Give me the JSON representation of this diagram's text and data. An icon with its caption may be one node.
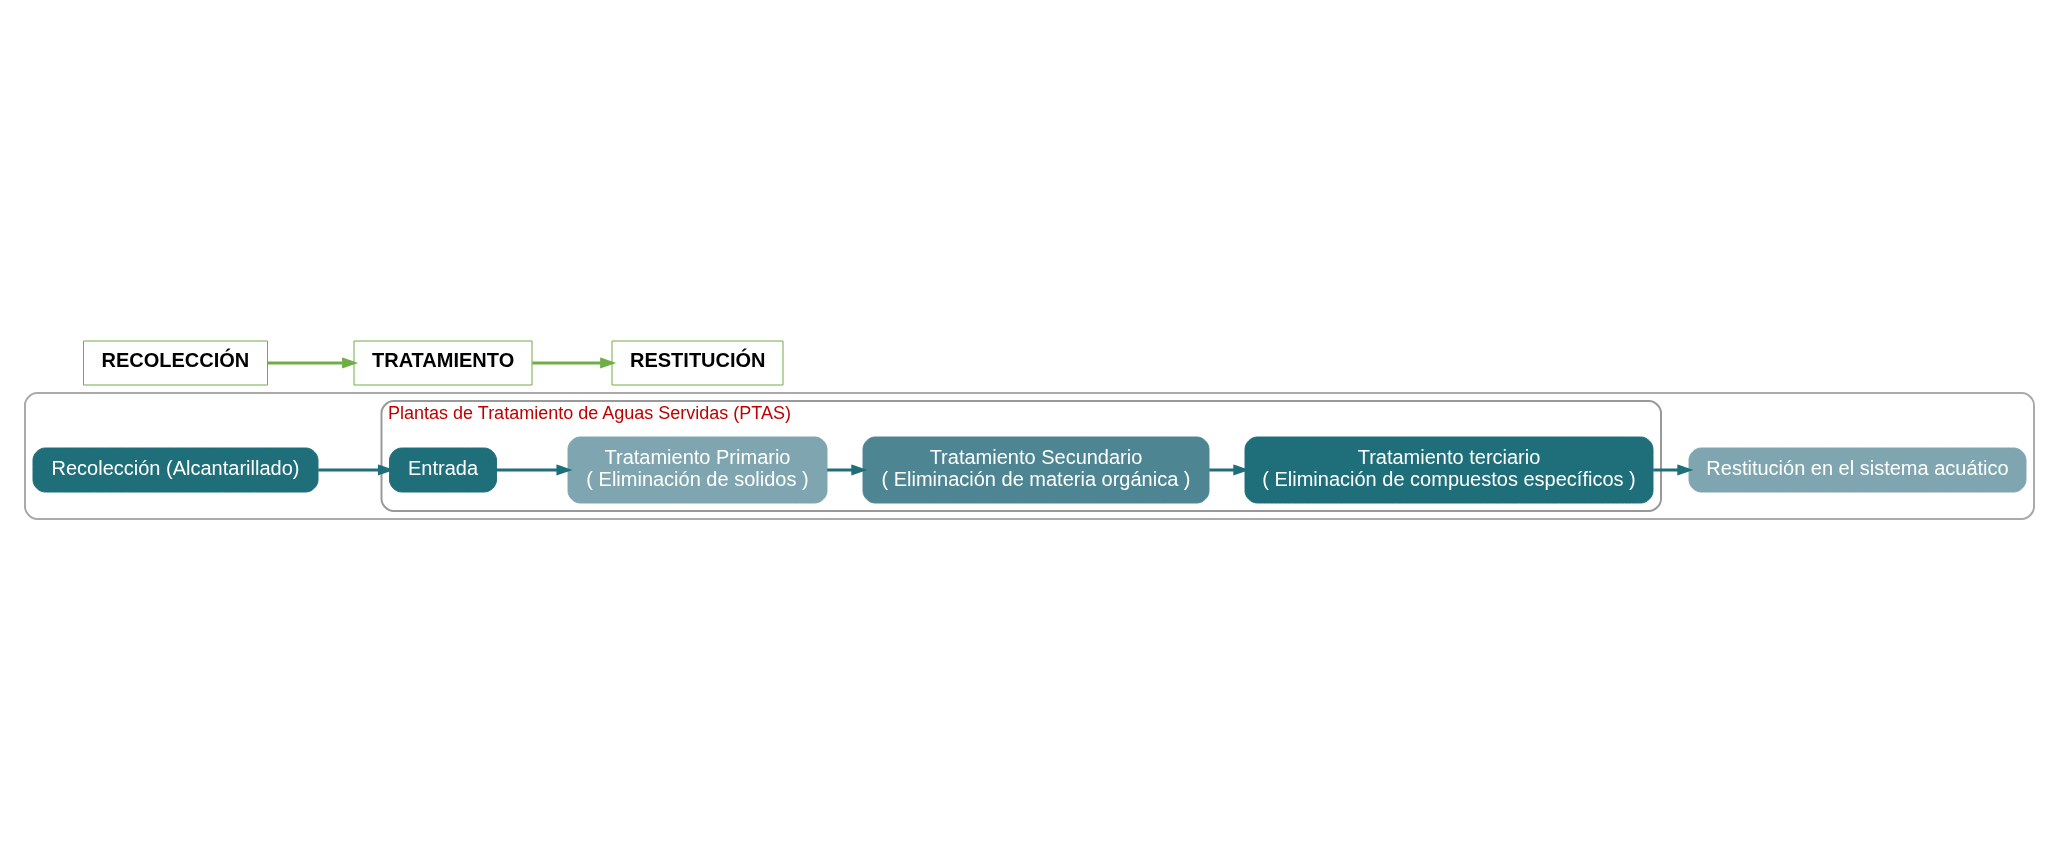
{
  "diagram": {
    "nodes": [
      {
        "text": [
          "RECOLECCIÓN"
        ]
      },
      {
        "text": [
          "TRATAMIENTO"
        ]
      },
      {
        "text": [
          "RESTITUCIÓN"
        ]
      },
      {
        "text": [],
        "shape": "box"
      },
      {
        "text": [
          "Plantas de Tratamiento de Aguas Servidas (PTAS)"
        ],
        "in": 3
      },
      {
        "text": [
          "Recolección (Alcantarillado)"
        ],
        "in": 3
      },
      {
        "text": [
          "Entrada"
        ],
        "in": 4
      },
      {
        "text": [
          "Tratamiento Primario",
          "( Eliminación de solidos )"
        ],
        "in": 4
      },
      {
        "text": [
          "Tratamiento Secundario",
          "( Eliminación de materia orgánica )"
        ],
        "in": 4
      },
      {
        "text": [
          "Tratamiento terciario",
          "( Eliminación de compuestos específicos )"
        ],
        "in": 4
      },
      {
        "text": [
          "Restitución en el sistema acuático"
        ],
        "in": 3
      }
    ],
    "edges": [
      {
        "from": 0,
        "to": 1,
        "arrow": "to",
        "color": "#70ad47"
      },
      {
        "from": 1,
        "to": 2,
        "arrow": "to",
        "color": "#70ad47"
      },
      {
        "from": 5,
        "to": 6,
        "arrow": "to"
      },
      {
        "from": 6,
        "to": 7,
        "arrow": "to"
      },
      {
        "from": 7,
        "to": 8,
        "arrow": "to"
      },
      {
        "from": 8,
        "to": 9,
        "arrow": "to"
      },
      {
        "from": 9,
        "to": 10,
        "arrow": "to"
      }
    ]
  }
}
